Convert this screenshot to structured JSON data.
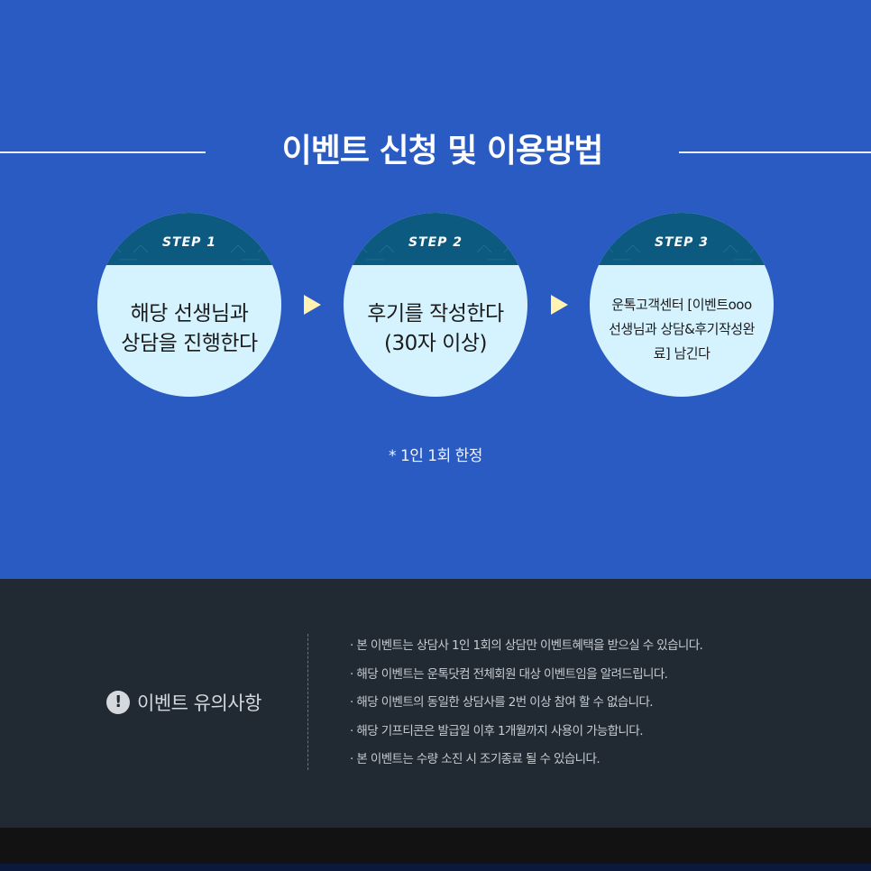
{
  "title": "이벤트 신청 및 이용방법",
  "steps": [
    {
      "label": "STEP 1",
      "text": "해당 선생님과\n상담을 진행한다"
    },
    {
      "label": "STEP 2",
      "text": "후기를 작성한다\n(30자 이상)"
    },
    {
      "label": "STEP 3",
      "text": "운톡고객센터 [이벤트ooo\n선생님과 상담&후기작성완\n료] 남긴다"
    }
  ],
  "note": "* 1인 1회 한정",
  "notice": {
    "icon": "exclamation-icon",
    "title": "이벤트 유의사항",
    "items": [
      "· 본 이벤트는 상담사 1인 1회의 상담만 이벤트혜택을 받으실 수 있습니다.",
      "· 해당 이벤트는 운톡닷컴 전체회원 대상 이벤트임을 알려드립니다.",
      "· 해당 이벤트의 동일한 상담사를 2번 이상 참여 할 수 없습니다.",
      "· 해당 기프티콘은 발급일 이후 1개월까지 사용이 가능합니다.",
      "· 본 이벤트는 수량 소진 시 조기종료 될 수 있습니다."
    ]
  },
  "colors": {
    "primary_blue": "#2a5bc3",
    "step_cap": "#0c5a80",
    "step_body": "#d5f3ff",
    "arrow": "#fff2b2",
    "notice_bg": "#212a33",
    "footer_bg": "#121212"
  }
}
